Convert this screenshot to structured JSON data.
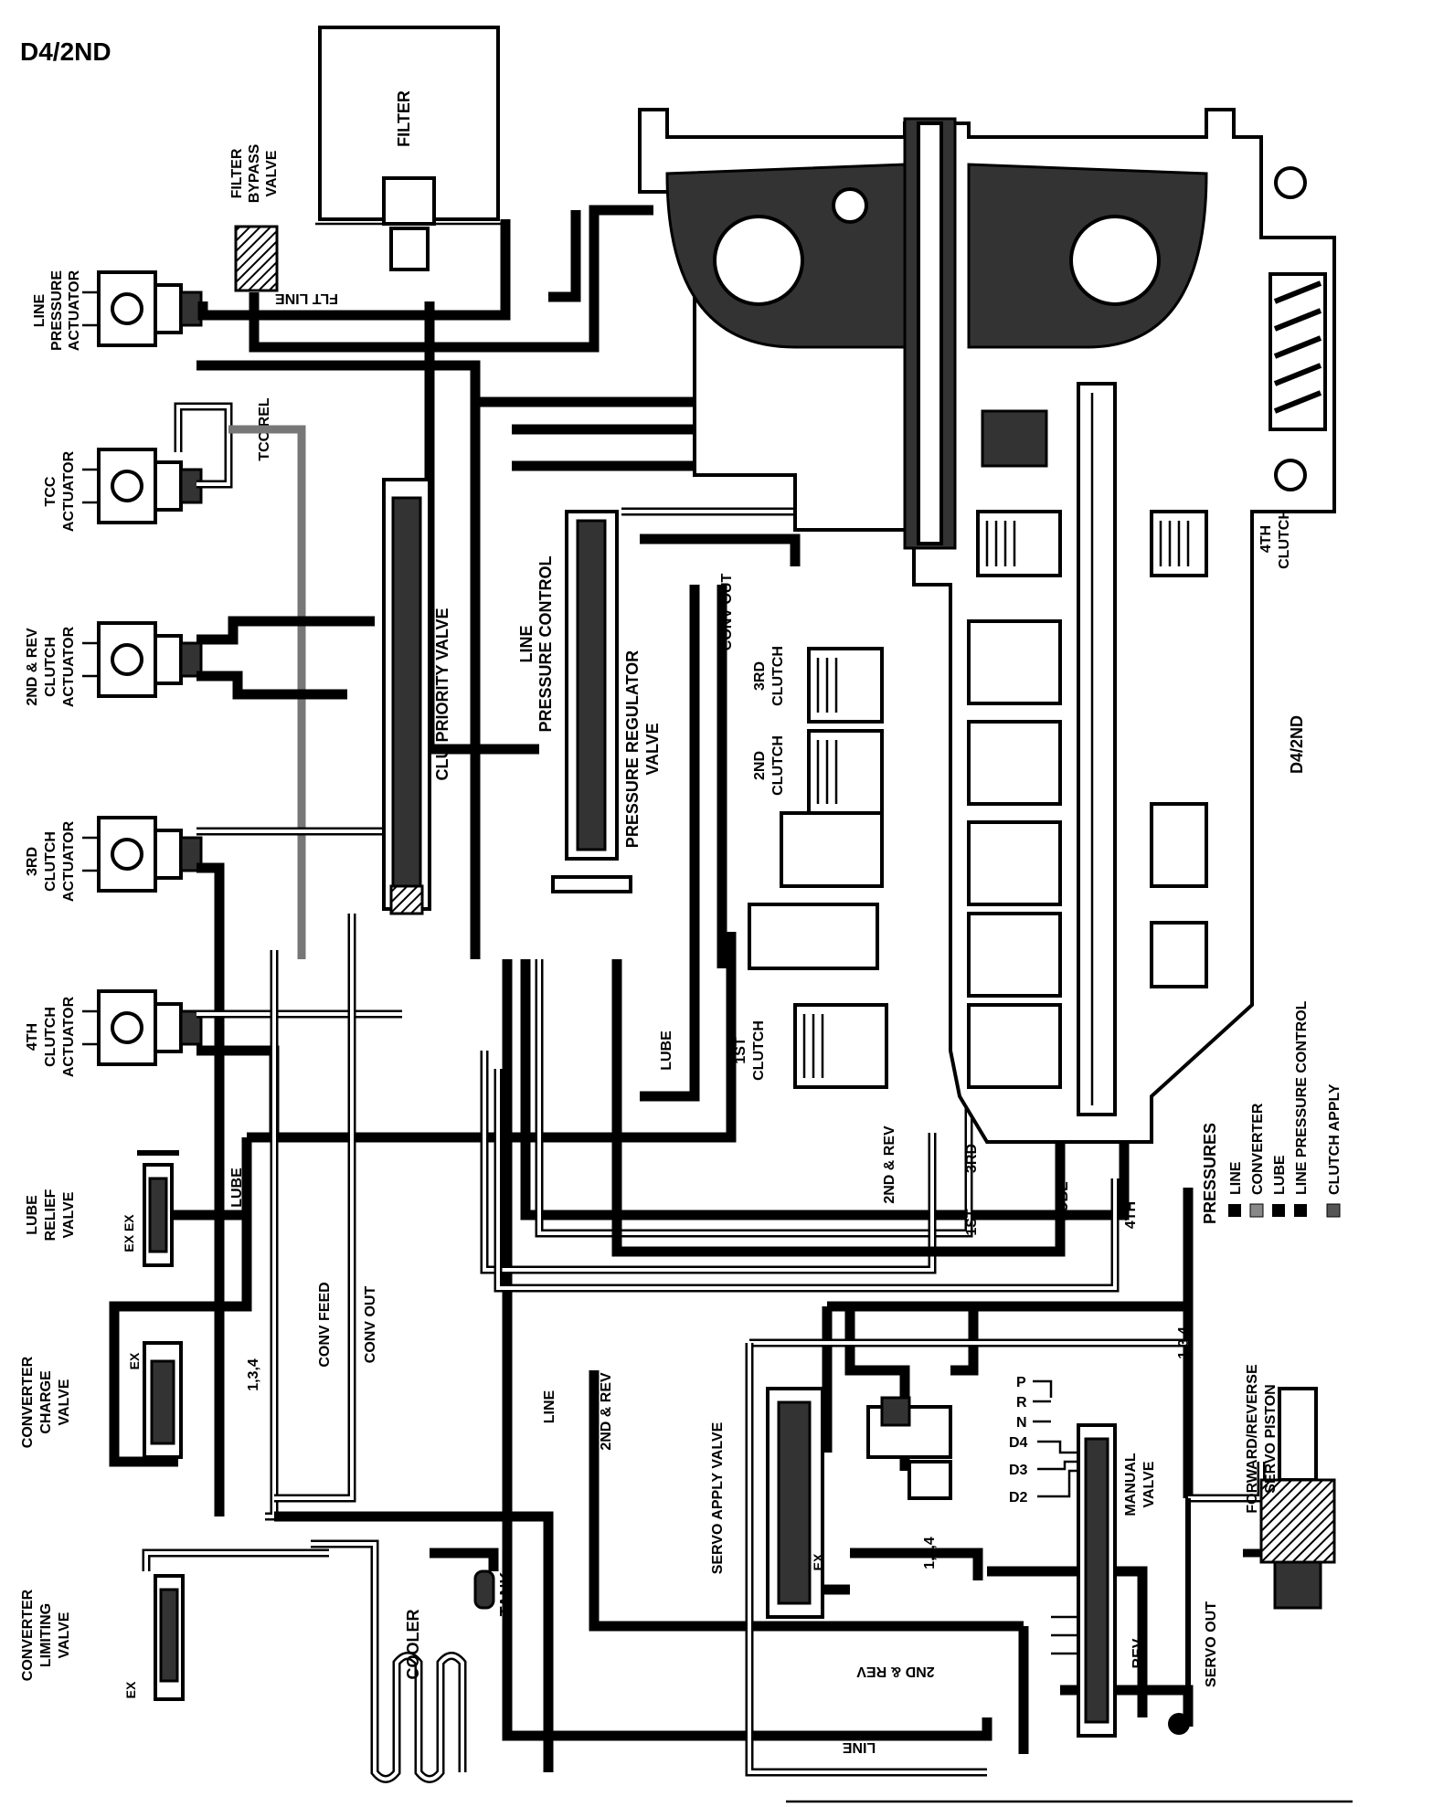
{
  "title": "D4/2ND",
  "side_title": "D4/2ND",
  "labels": {
    "filter": "FILTER",
    "filter_bypass_valve": [
      "FILTER",
      "BYPASS",
      "VALVE"
    ],
    "flt_line": "FLT LINE",
    "line_pressure_actuator": [
      "LINE",
      "PRESSURE",
      "ACTUATOR"
    ],
    "tcc_actuator": [
      "TCC",
      "ACTUATOR"
    ],
    "tcc_rel": "TCC REL",
    "clutch_2nd_rev_actuator": [
      "2ND & REV",
      "CLUTCH",
      "ACTUATOR"
    ],
    "clutch_3rd_actuator": [
      "3RD",
      "CLUTCH",
      "ACTUATOR"
    ],
    "clutch_4th_actuator": [
      "4TH",
      "CLUTCH",
      "ACTUATOR"
    ],
    "lube_relief_valve": [
      "LUBE",
      "RELIEF",
      "VALVE"
    ],
    "ex_ex": "EX EX",
    "converter_charge_valve": [
      "CONVERTER",
      "CHARGE",
      "VALVE"
    ],
    "converter_limiting_valve": [
      "CONVERTER",
      "LIMITING",
      "VALVE"
    ],
    "ex": "EX",
    "lube": "LUBE",
    "conv_feed": "CONV FEED",
    "conv_out": "CONV OUT",
    "line": "LINE",
    "code_134": "1,3,4",
    "rev_2nd": "2ND & REV",
    "cooler": "COOLER",
    "tank": "TANK",
    "clu_priority_valve": "CLU PRIORITY VALVE",
    "line_pressure_control": [
      "LINE",
      "PRESSURE CONTROL"
    ],
    "pressure_regulator_valve": [
      "PRESSURE REGULATOR",
      "VALVE"
    ],
    "clutch_3rd": [
      "3RD",
      "CLUTCH"
    ],
    "clutch_2nd": [
      "2ND",
      "CLUTCH"
    ],
    "clutch_1st": [
      "1ST",
      "CLUTCH"
    ],
    "clutch_4th": [
      "4TH",
      "CLUTCH"
    ],
    "tag_1st": "1ST",
    "tag_3rd": "3RD",
    "tag_4th": "4TH",
    "servo_apply_valve": "SERVO APPLY VALVE",
    "manual_valve": [
      "MANUAL",
      "VALVE"
    ],
    "rev": "REV",
    "servo_out": "SERVO OUT",
    "forward_reverse_servo_piston": [
      "FORWARD/REVERSE",
      "SERVO PISTON"
    ],
    "positions": [
      "P",
      "R",
      "N",
      "D4",
      "D3",
      "D2"
    ]
  },
  "legend": {
    "title": "PRESSURES",
    "items": [
      {
        "label": "LINE",
        "color": "#000000"
      },
      {
        "label": "CONVERTER",
        "color": "#888888"
      },
      {
        "label": "LUBE",
        "color": "#000000"
      },
      {
        "label": "LINE PRESSURE CONTROL",
        "color": "#000000"
      },
      {
        "label": "CLUTCH APPLY",
        "color": "#555555"
      }
    ]
  }
}
